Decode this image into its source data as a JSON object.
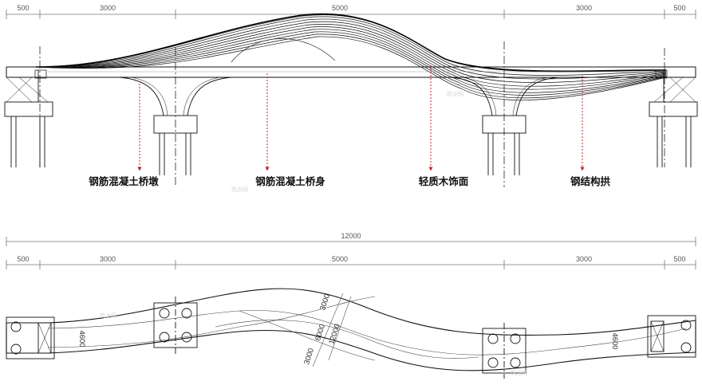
{
  "elevation": {
    "dimensions": {
      "left_end": "500",
      "left_span": "3000",
      "main_span": "5000",
      "right_span": "3000",
      "right_end": "500"
    },
    "labels": {
      "pier": "钢筋混凝土桥墩",
      "deck": "钢筋混凝土桥身",
      "surface": "轻质木饰面",
      "arch": "钢结构拱"
    },
    "leader_color": "#c0262d"
  },
  "plan": {
    "dimensions": {
      "overall": "12000",
      "left_end": "500",
      "left_span": "3000",
      "main_span": "5000",
      "right_span": "3000",
      "right_end": "500"
    },
    "annotations": {
      "width_left": "4600",
      "width_right": "4600",
      "offset_upper": "3000",
      "inner": "6000",
      "outer": "12000",
      "offset_lower": "3000"
    }
  },
  "watermark": "筑龙网"
}
